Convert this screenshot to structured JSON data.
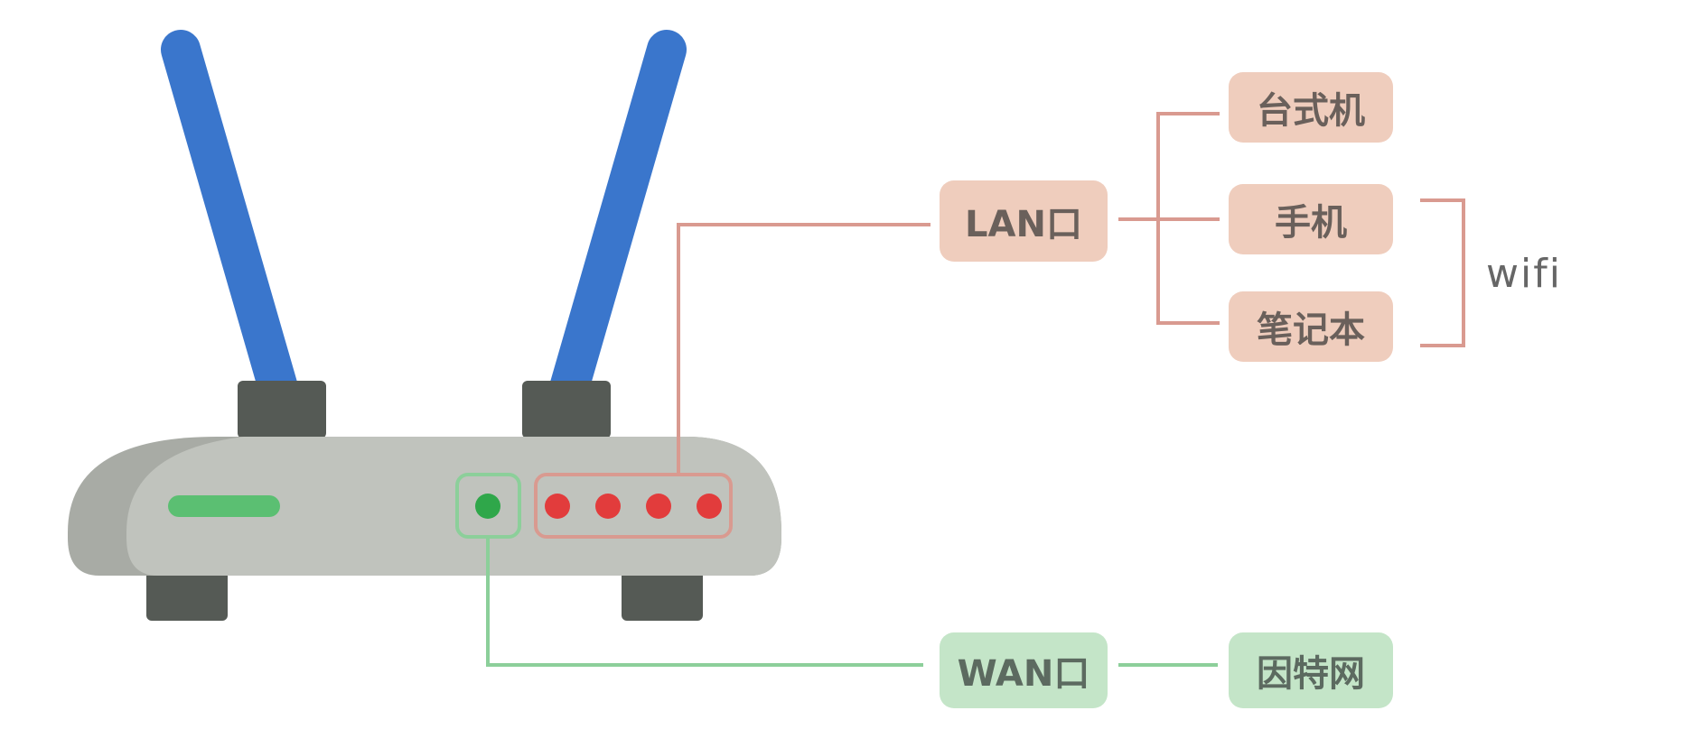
{
  "colors": {
    "antenna": "#3a76cc",
    "antenna_base": "#555a55",
    "router_body": "#c0c3bd",
    "router_body_shade": "#a8aba5",
    "feet": "#555a55",
    "status_bar": "#5bbf72",
    "wan_port": "#2fa74a",
    "lan_port": "#e23c3c",
    "lan_line": "#d99a90",
    "wan_line": "#8ccf9a",
    "lan_box": "#efcdbd",
    "wan_box": "#c4e5c8"
  },
  "nodes": {
    "lan": "LAN口",
    "wan": "WAN口",
    "desktop": "台式机",
    "phone": "手机",
    "laptop": "笔记本",
    "internet": "因特网"
  },
  "group_label": "wifi",
  "ports": {
    "wan_count": 1,
    "lan_count": 4
  }
}
